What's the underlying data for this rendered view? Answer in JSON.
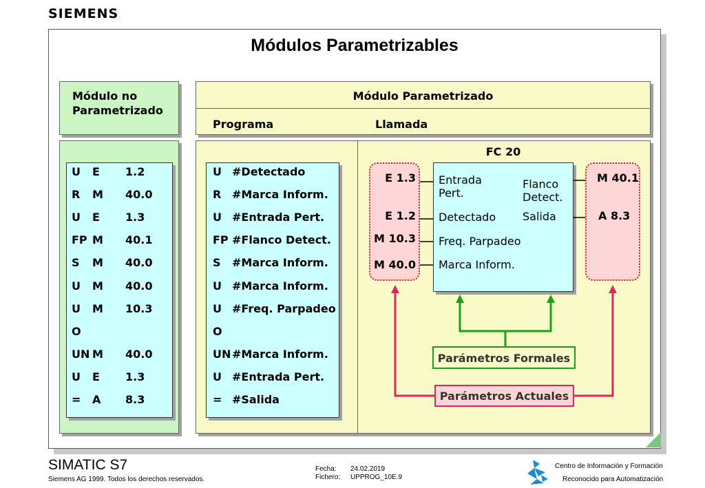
{
  "brand": "SIEMENS",
  "title": "Módulos Parametrizables",
  "header": {
    "left": [
      "Módulo no",
      "Parametrizado"
    ],
    "right_top": "Módulo Parametrizado",
    "right_col1": "Programa",
    "right_col2": "Llamada"
  },
  "left_code": {
    "ops": [
      "U",
      "R",
      "U",
      "FP",
      "S",
      "U",
      "U",
      "O",
      "UN",
      "U",
      "="
    ],
    "types": [
      "E",
      "M",
      "E",
      "M",
      "M",
      "M",
      "M",
      "",
      "M",
      "E",
      "A"
    ],
    "addrs": [
      "1.2",
      "40.0",
      "1.3",
      "40.1",
      "40.0",
      "40.0",
      "10.3",
      "",
      "40.0",
      "1.3",
      "8.3"
    ]
  },
  "program_code": {
    "ops": [
      "U",
      "R",
      "U",
      "FP",
      "S",
      "U",
      "U",
      "O",
      "UN",
      "U",
      "="
    ],
    "args": [
      "#Detectado",
      "#Marca Inform.",
      "#Entrada Pert.",
      "#Flanco Detect.",
      "#Marca Inform.",
      "#Marca Inform.",
      "#Freq. Parpadeo",
      "",
      "#Marca Inform.",
      "#Entrada Pert.",
      "#Salida"
    ]
  },
  "fc": {
    "label": "FC 20",
    "inputs": [
      {
        "name": [
          "Entrada",
          "Pert."
        ],
        "actual": "E 1.3"
      },
      {
        "name": [
          "Detectado"
        ],
        "actual": "E 1.2"
      },
      {
        "name": [
          "Freq. Parpadeo"
        ],
        "actual": "M 10.3"
      },
      {
        "name": [
          "Marca Inform."
        ],
        "actual": "M 40.0"
      }
    ],
    "outputs": [
      {
        "name": [
          "Flanco",
          "Detect."
        ],
        "actual": "M 40.1"
      },
      {
        "name": [
          "Salida"
        ],
        "actual": "A 8.3"
      }
    ]
  },
  "legend": {
    "formal": "Parámetros Formales",
    "actual": "Parámetros Actuales"
  },
  "footer": {
    "product": "SIMATIC S7",
    "copyright": "Siemens AG 1999. Todos los derechos reservados.",
    "date_label": "Fecha:",
    "date_value": "24.02.2019",
    "file_label": "Fichero:",
    "file_value": "UPPROG_10E.9",
    "center1": "Centro de Información y Formación",
    "center2": "Reconocido para Automatización"
  },
  "colors": {
    "green_panel": "#ccf5c4",
    "yellow_panel": "#fafac8",
    "cyan_box": "#ccffff",
    "pink_box": "#ffd6d6",
    "formal_arrow": "#19a019",
    "actual_arrow": "#e0245e"
  }
}
